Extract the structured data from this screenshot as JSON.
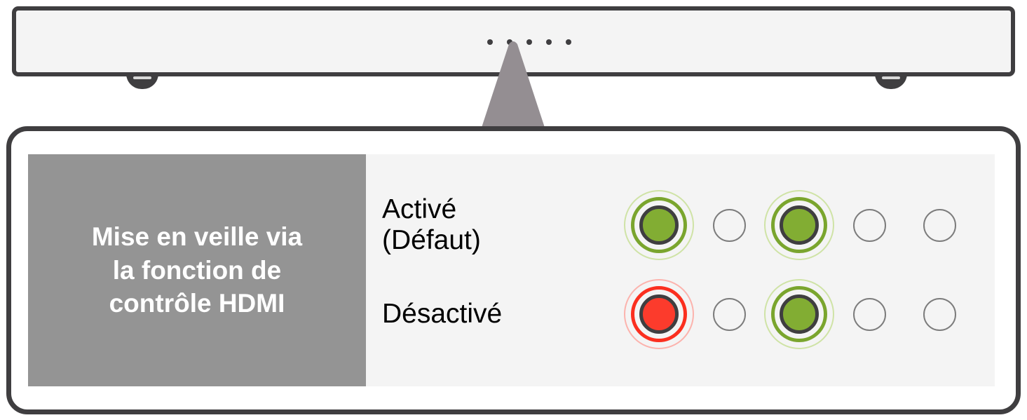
{
  "device": {
    "name": "soundbar",
    "indicator_dot_count": 5,
    "dot_color": "#3f3e40",
    "body_color": "#f4f4f4",
    "border_color": "#3f3e40",
    "feet": [
      "foot-left",
      "foot-right"
    ]
  },
  "beam": {
    "name": "callout-beam",
    "color": "#948e92"
  },
  "panel": {
    "label": {
      "text": "Mise en veille via\nla fonction de\ncontrôle HDMI",
      "background": "#949494",
      "color": "#ffffff"
    },
    "colors": {
      "panel_background": "#f4f4f4",
      "border": "#3f3e40",
      "led_green_fill": "#82ad33",
      "led_green_ring": "#7aa52e",
      "led_green_glow": "#cfe3a6",
      "led_red_fill": "#fc3b2c",
      "led_red_ring": "#fb2f1f",
      "led_red_glow": "#fcb3ad",
      "led_rim": "#3f3e40",
      "led_off_stroke": "#7c7c7c"
    },
    "rows": [
      {
        "label": "Activé\n(Défaut)",
        "leds": [
          {
            "state": "on",
            "color": "green"
          },
          {
            "state": "off",
            "color": "none"
          },
          {
            "state": "on",
            "color": "green"
          },
          {
            "state": "off",
            "color": "none"
          },
          {
            "state": "off",
            "color": "none"
          }
        ]
      },
      {
        "label": "Désactivé",
        "leds": [
          {
            "state": "on",
            "color": "red"
          },
          {
            "state": "off",
            "color": "none"
          },
          {
            "state": "on",
            "color": "green"
          },
          {
            "state": "off",
            "color": "none"
          },
          {
            "state": "off",
            "color": "none"
          }
        ]
      }
    ]
  }
}
